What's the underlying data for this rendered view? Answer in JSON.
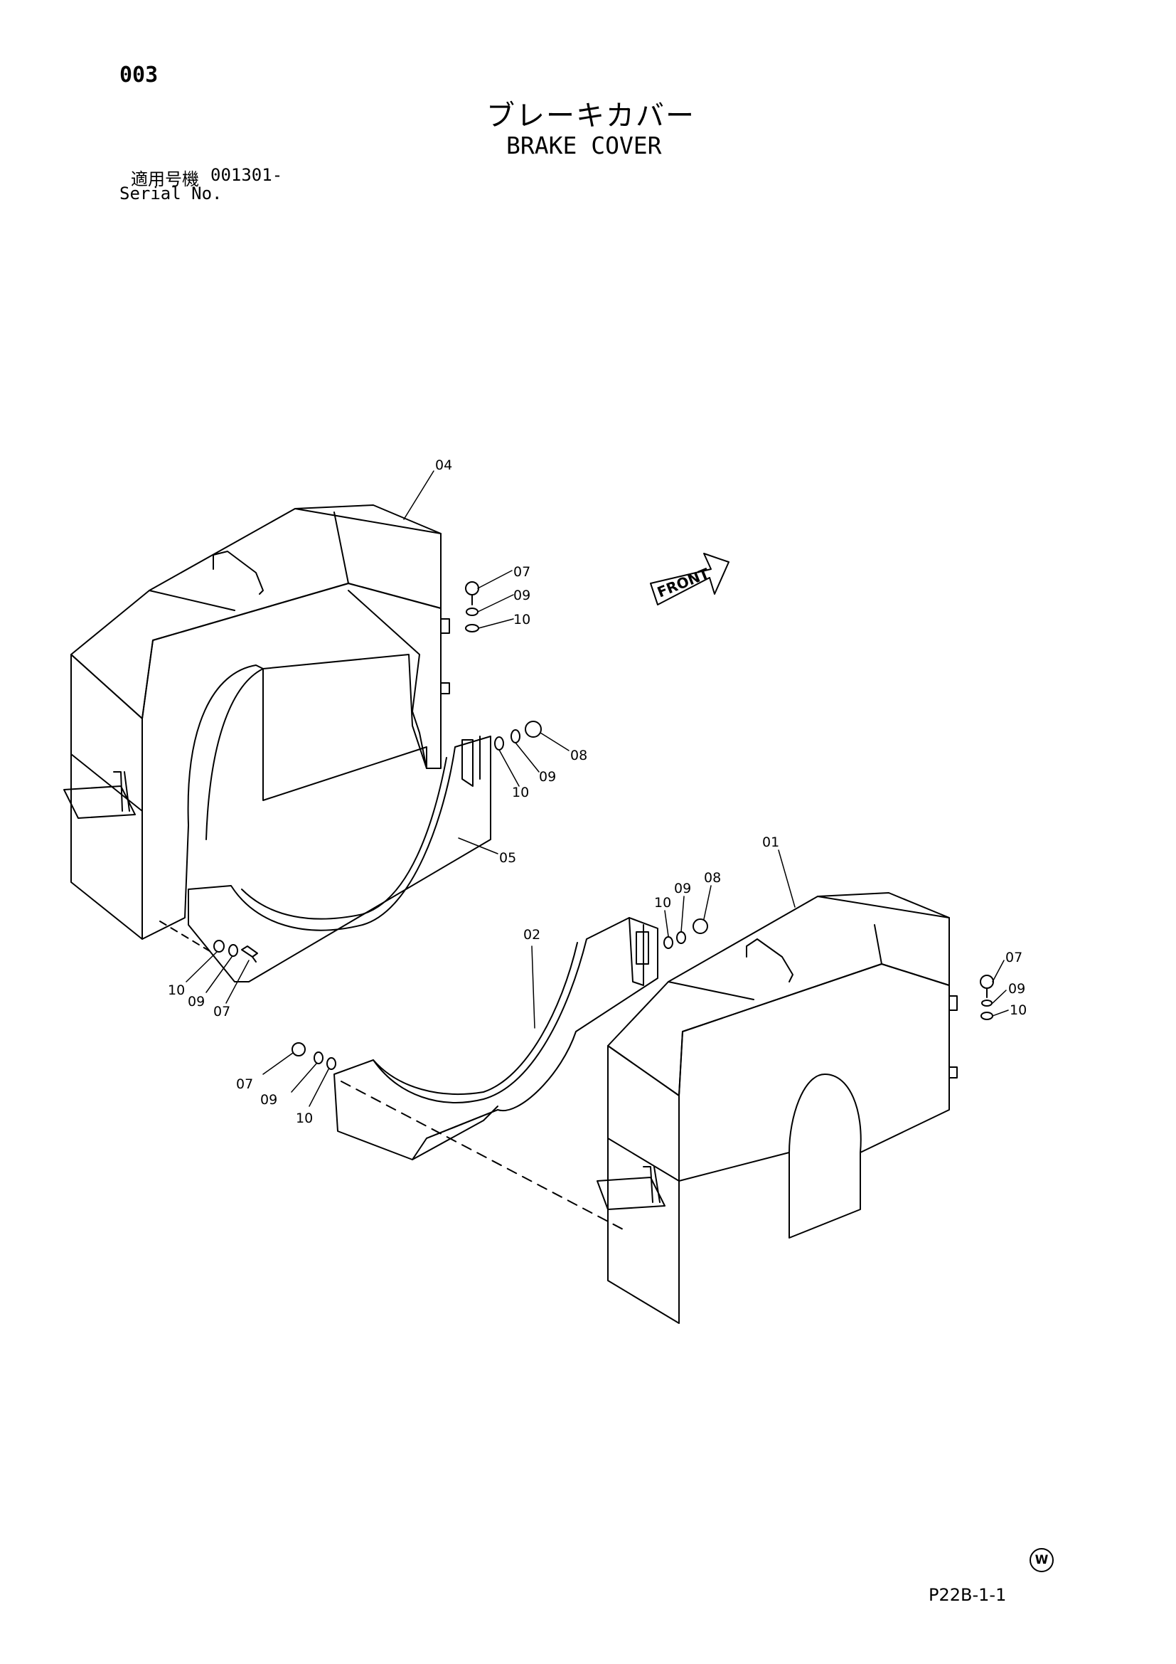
{
  "header": {
    "page_number": "003",
    "title_jp": "ブレーキカバー",
    "title_en": "BRAKE COVER",
    "serial_label_jp": "適用号機",
    "serial_value": "001301-",
    "serial_label_en": "Serial No."
  },
  "footer": {
    "page_code": "P22B-1-1",
    "mark": "W"
  },
  "diagram": {
    "front_label": "FRONT",
    "part_labels": {
      "p01": "01",
      "p02": "02",
      "p04": "04",
      "p05": "05",
      "p07": "07",
      "p08": "08",
      "p09": "09",
      "p10": "10"
    }
  }
}
